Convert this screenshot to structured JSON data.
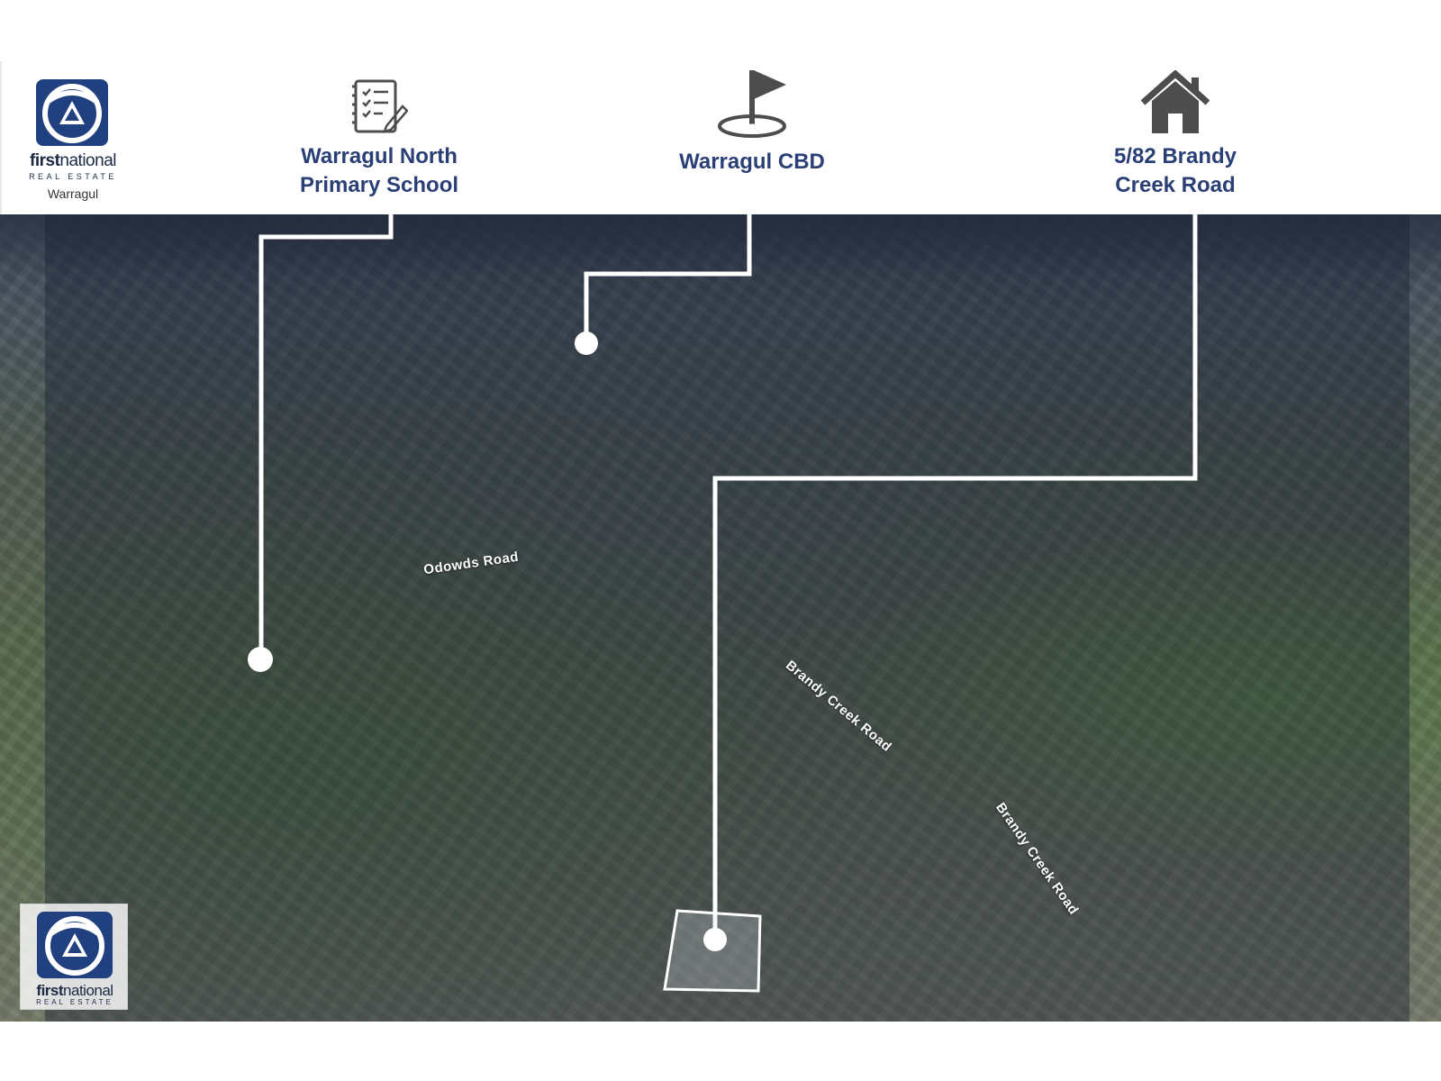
{
  "brand": {
    "name_bold": "first",
    "name_light": "national",
    "subtitle": "REAL ESTATE",
    "location": "Warragul",
    "color": "#20407f"
  },
  "points_of_interest": [
    {
      "line1": "Warragul North",
      "line2": "Primary School",
      "icon": "checklist-icon"
    },
    {
      "line1": "Warragul CBD",
      "line2": "",
      "icon": "flag-icon"
    },
    {
      "line1": "5/82 Brandy",
      "line2": "Creek Road",
      "icon": "house-icon"
    }
  ],
  "road_labels": [
    {
      "text": "Odowds Road"
    },
    {
      "text": "Brandy Creek Road"
    },
    {
      "text": "Brandy Creek Road"
    }
  ],
  "watermark": {
    "name_bold": "first",
    "name_light": "national",
    "subtitle": "REAL ESTATE"
  },
  "colors": {
    "title_blue": "#2b3f77",
    "icon_gray": "#4d4d4d",
    "line_white": "#ffffff"
  }
}
